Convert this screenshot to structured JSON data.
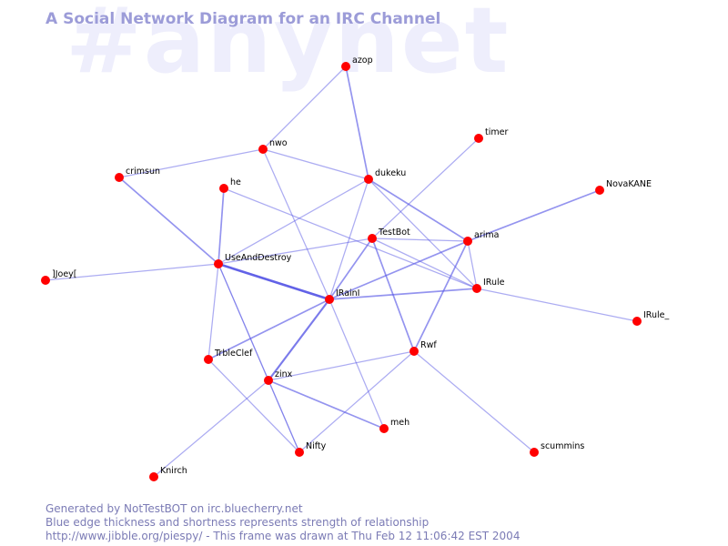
{
  "watermark": "#anynet",
  "title": "A Social Network Diagram for an IRC Channel",
  "footer": {
    "line1": "Generated by NotTestBOT on irc.bluecherry.net",
    "line2": "Blue edge thickness and shortness represents strength of relationship",
    "line3": "http://www.jibble.org/piespy/ - This frame was drawn at Thu Feb 12 11:06:42 EST 2004"
  },
  "colors": {
    "node": "#ff0000",
    "edge": "#5a5ae6",
    "title": "#9c9cd8",
    "footer": "#7b7bb5",
    "watermark": "#eeeefc"
  },
  "nodes": [
    {
      "id": "azop",
      "label": "azop"
    },
    {
      "id": "nwo",
      "label": "nwo"
    },
    {
      "id": "timer",
      "label": "timer"
    },
    {
      "id": "crimsun",
      "label": "crimsun"
    },
    {
      "id": "dukeku",
      "label": "dukeku"
    },
    {
      "id": "NovaKANE",
      "label": "NovaKANE"
    },
    {
      "id": "he",
      "label": "he"
    },
    {
      "id": "TestBot",
      "label": "TestBot"
    },
    {
      "id": "arima",
      "label": "arima"
    },
    {
      "id": "UseAndDestroy",
      "label": "UseAndDestroy"
    },
    {
      "id": "JJoey",
      "label": "]Joey["
    },
    {
      "id": "IRule",
      "label": "IRule"
    },
    {
      "id": "IRainI",
      "label": "IRainI"
    },
    {
      "id": "IRule_",
      "label": "IRule_"
    },
    {
      "id": "Rwf",
      "label": "Rwf"
    },
    {
      "id": "TrbleClef",
      "label": "TrbleClef"
    },
    {
      "id": "zinx",
      "label": "zinx"
    },
    {
      "id": "meh",
      "label": "meh"
    },
    {
      "id": "Nifty",
      "label": "Nifty"
    },
    {
      "id": "scummins",
      "label": "scummins"
    },
    {
      "id": "Knirch",
      "label": "Knirch"
    }
  ],
  "edges": [
    {
      "from": "azop",
      "to": "nwo",
      "strength": 1
    },
    {
      "from": "azop",
      "to": "dukeku",
      "strength": 2
    },
    {
      "from": "nwo",
      "to": "crimsun",
      "strength": 1
    },
    {
      "from": "nwo",
      "to": "dukeku",
      "strength": 1
    },
    {
      "from": "nwo",
      "to": "IRainI",
      "strength": 1
    },
    {
      "from": "crimsun",
      "to": "UseAndDestroy",
      "strength": 2
    },
    {
      "from": "timer",
      "to": "TestBot",
      "strength": 1
    },
    {
      "from": "dukeku",
      "to": "arima",
      "strength": 2
    },
    {
      "from": "dukeku",
      "to": "IRule",
      "strength": 1
    },
    {
      "from": "dukeku",
      "to": "UseAndDestroy",
      "strength": 1
    },
    {
      "from": "dukeku",
      "to": "IRainI",
      "strength": 1
    },
    {
      "from": "NovaKANE",
      "to": "arima",
      "strength": 2
    },
    {
      "from": "he",
      "to": "UseAndDestroy",
      "strength": 2
    },
    {
      "from": "he",
      "to": "IRule",
      "strength": 1
    },
    {
      "from": "TestBot",
      "to": "arima",
      "strength": 1
    },
    {
      "from": "TestBot",
      "to": "UseAndDestroy",
      "strength": 1
    },
    {
      "from": "TestBot",
      "to": "IRainI",
      "strength": 2
    },
    {
      "from": "TestBot",
      "to": "Rwf",
      "strength": 2
    },
    {
      "from": "TestBot",
      "to": "IRule",
      "strength": 1
    },
    {
      "from": "arima",
      "to": "IRainI",
      "strength": 2
    },
    {
      "from": "arima",
      "to": "IRule",
      "strength": 1
    },
    {
      "from": "arima",
      "to": "Rwf",
      "strength": 2
    },
    {
      "from": "UseAndDestroy",
      "to": "JJoey",
      "strength": 1
    },
    {
      "from": "UseAndDestroy",
      "to": "IRainI",
      "strength": 4
    },
    {
      "from": "UseAndDestroy",
      "to": "TrbleClef",
      "strength": 1
    },
    {
      "from": "UseAndDestroy",
      "to": "zinx",
      "strength": 1
    },
    {
      "from": "UseAndDestroy",
      "to": "Nifty",
      "strength": 1
    },
    {
      "from": "IRainI",
      "to": "IRule",
      "strength": 2
    },
    {
      "from": "IRainI",
      "to": "TrbleClef",
      "strength": 2
    },
    {
      "from": "IRainI",
      "to": "zinx",
      "strength": 3
    },
    {
      "from": "IRainI",
      "to": "meh",
      "strength": 1
    },
    {
      "from": "IRule",
      "to": "IRule_",
      "strength": 1
    },
    {
      "from": "Rwf",
      "to": "zinx",
      "strength": 1
    },
    {
      "from": "Rwf",
      "to": "Nifty",
      "strength": 1
    },
    {
      "from": "Rwf",
      "to": "scummins",
      "strength": 1
    },
    {
      "from": "TrbleClef",
      "to": "Nifty",
      "strength": 1
    },
    {
      "from": "zinx",
      "to": "meh",
      "strength": 2
    },
    {
      "from": "zinx",
      "to": "Nifty",
      "strength": 1
    },
    {
      "from": "zinx",
      "to": "Knirch",
      "strength": 1
    }
  ]
}
